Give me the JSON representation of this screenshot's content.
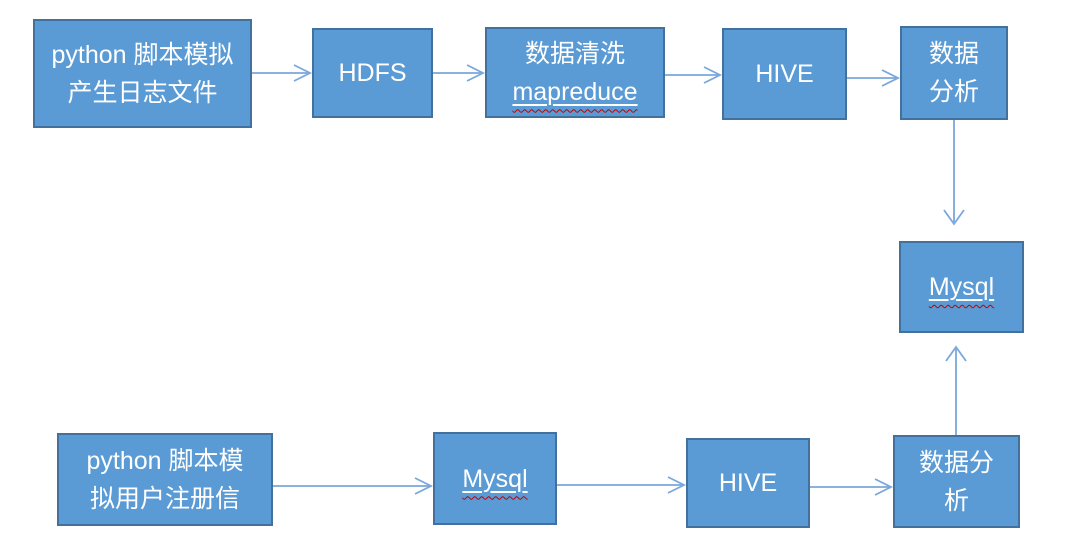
{
  "diagram": {
    "description_visible_text_only": true,
    "palette": {
      "node_fill": "#5B9BD5",
      "node_border": "#41719C",
      "arrow": "#7AA7DC",
      "node_text": "#FFFFFF",
      "spellcheck_underline": "#C00000",
      "background": "#FFFFFF"
    },
    "nodes": [
      {
        "id": "log-generator",
        "lines": [
          "python 脚本模拟",
          "产生日志文件"
        ]
      },
      {
        "id": "hdfs",
        "lines": [
          "HDFS"
        ]
      },
      {
        "id": "data-cleaning",
        "lines": [
          "数据清洗",
          "mapreduce"
        ],
        "underlined_misspelled_line": "mapreduce"
      },
      {
        "id": "hive-top",
        "lines": [
          "HIVE"
        ]
      },
      {
        "id": "data-analysis-top",
        "lines": [
          "数据",
          "分析"
        ]
      },
      {
        "id": "mysql-result",
        "lines": [
          "Mysql"
        ],
        "underlined_misspelled_line": "Mysql"
      },
      {
        "id": "user-register-generator",
        "lines": [
          "python 脚本模",
          "拟用户注册信"
        ]
      },
      {
        "id": "mysql-source",
        "lines": [
          "Mysql"
        ],
        "underlined_misspelled_line": "Mysql"
      },
      {
        "id": "hive-bottom",
        "lines": [
          "HIVE"
        ]
      },
      {
        "id": "data-analysis-bottom",
        "lines": [
          "数据分",
          "析"
        ]
      }
    ],
    "edges": [
      {
        "from": "log-generator",
        "to": "hdfs"
      },
      {
        "from": "hdfs",
        "to": "data-cleaning"
      },
      {
        "from": "data-cleaning",
        "to": "hive-top"
      },
      {
        "from": "hive-top",
        "to": "data-analysis-top"
      },
      {
        "from": "data-analysis-top",
        "to": "mysql-result"
      },
      {
        "from": "user-register-generator",
        "to": "mysql-source"
      },
      {
        "from": "mysql-source",
        "to": "hive-bottom"
      },
      {
        "from": "hive-bottom",
        "to": "data-analysis-bottom"
      },
      {
        "from": "data-analysis-bottom",
        "to": "mysql-result"
      }
    ]
  }
}
